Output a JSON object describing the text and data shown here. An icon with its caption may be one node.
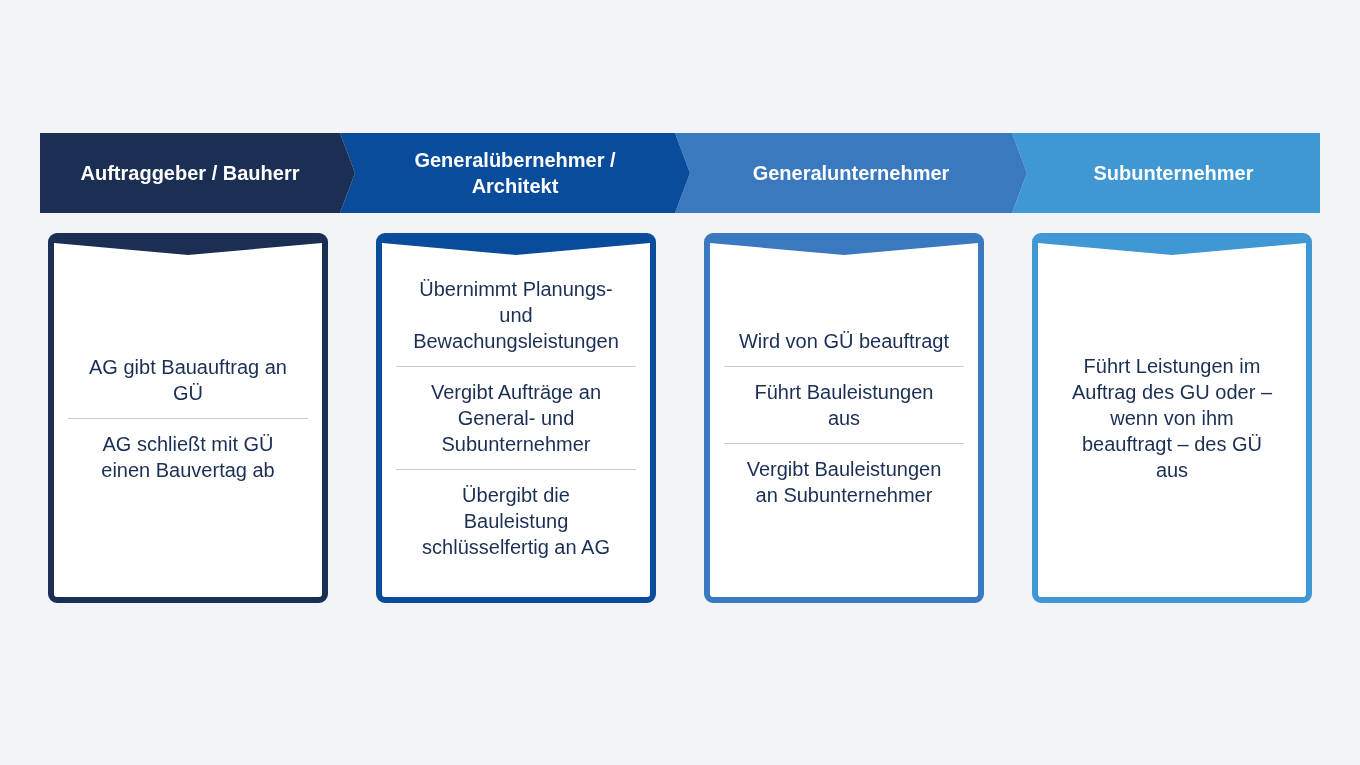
{
  "diagram": {
    "nodes": [
      {
        "text": [
          "Auftraggeber / Bauherr"
        ]
      },
      {
        "text": [
          "Generalübernehmer / Architekt"
        ]
      },
      {
        "text": [
          "Generalunternehmer"
        ]
      },
      {
        "text": [
          "Subunternehmer"
        ]
      },
      {
        "text": [
          "AG gibt Bauauftrag an GÜ",
          "AG schließt mit GÜ einen Bauvertag ab"
        ]
      },
      {
        "text": [
          "Übernimmt Planungs- und Bewachungsleistungen",
          "Vergibt Aufträge an General- und Subunternehmer",
          "Übergibt die Bauleistung schlüsselfertig an AG"
        ]
      },
      {
        "text": [
          "Wird von GÜ beauftragt",
          "Führt Bauleistungen aus",
          "Vergibt Bauleistungen an Subunternehmer"
        ]
      },
      {
        "text": [
          "Führt Leistungen im Auftrag des GU oder – wenn von ihm beauftragt – des GÜ aus"
        ]
      }
    ],
    "edges": []
  }
}
